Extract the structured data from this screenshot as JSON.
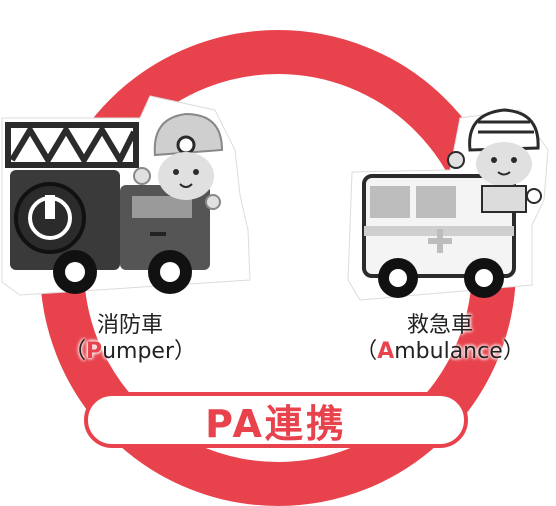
{
  "pumper": {
    "name_ja": "消防車",
    "open_paren": "（",
    "initial": "P",
    "rest": "umper",
    "close_paren": "）"
  },
  "ambulance": {
    "name_ja": "救急車",
    "open_paren": "（",
    "initial": "A",
    "rest": "mbulance",
    "close_paren": "）"
  },
  "banner": {
    "text": "PA連携"
  },
  "colors": {
    "accent": "#e8434d",
    "dark": "#2b2b2b",
    "gray": "#9a9a9a"
  }
}
